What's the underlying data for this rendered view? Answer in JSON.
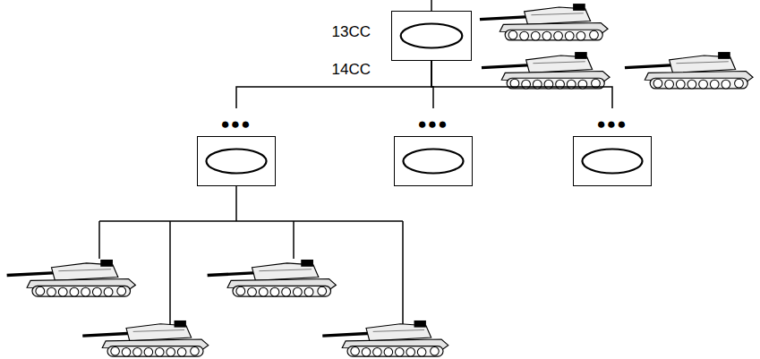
{
  "diagram": {
    "nodes": [
      {
        "text": [
          "13CC",
          "14CC"
        ]
      },
      {
        "text": [
          "●●●"
        ]
      },
      {
        "text": [
          "●●●"
        ]
      },
      {
        "text": [
          "●●●"
        ]
      }
    ],
    "edges": [
      {
        "from": 0,
        "to": 1,
        "arrow": "none"
      },
      {
        "from": 0,
        "to": 2,
        "arrow": "none"
      },
      {
        "from": 0,
        "to": 3,
        "arrow": "none"
      }
    ]
  }
}
